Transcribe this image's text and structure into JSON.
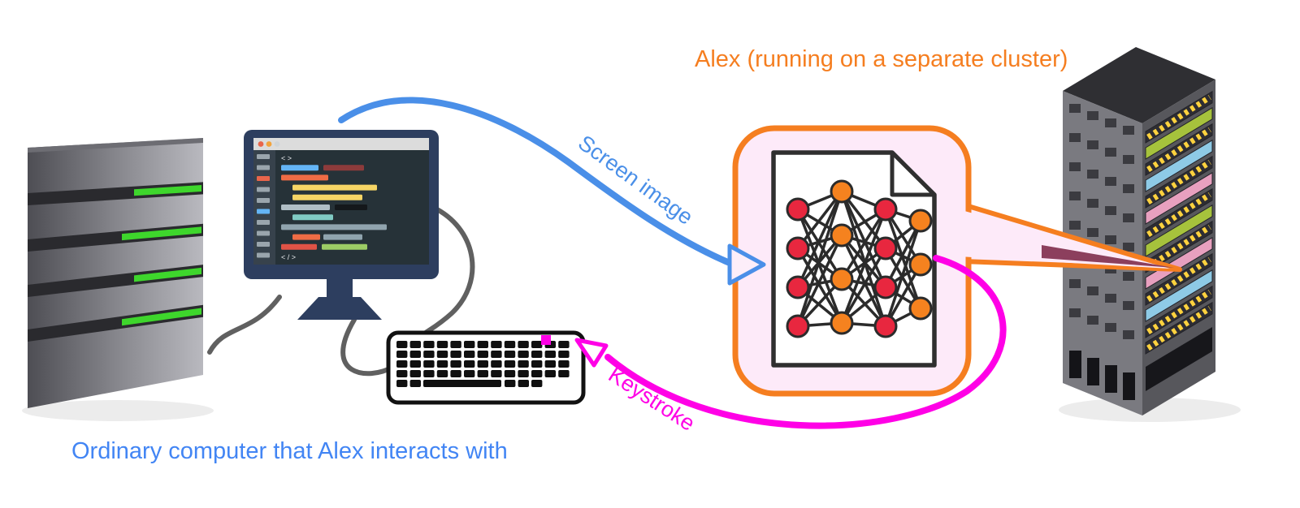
{
  "captions": {
    "cluster": {
      "text": "Alex (running on a separate cluster)",
      "color": "#f57e20"
    },
    "computer": {
      "text": "Ordinary computer that Alex interacts with",
      "color": "#4285f4"
    }
  },
  "arrows": {
    "screen_image": {
      "label": "Screen image",
      "color": "#4a8fe8",
      "from": "monitor",
      "to": "alex-model-bubble"
    },
    "keystroke": {
      "label": "Keystroke",
      "color": "#ff00e6",
      "from": "alex-model-bubble",
      "to": "keyboard"
    }
  },
  "bubble": {
    "fill": "#fdeaf9",
    "stroke": "#f57e20"
  },
  "editor": {
    "open_glyph": "< >",
    "close_glyph": "< / >"
  },
  "colors": {
    "led_green": "#3ed62c",
    "node_red": "#e8273f",
    "node_orange": "#f5821f"
  },
  "icons": {
    "server_tower": "server-tower",
    "monitor": "monitor-with-code-editor",
    "keyboard": "keyboard",
    "neural_network_document": "neural-network-on-document",
    "server_rack": "server-rack-cluster"
  }
}
